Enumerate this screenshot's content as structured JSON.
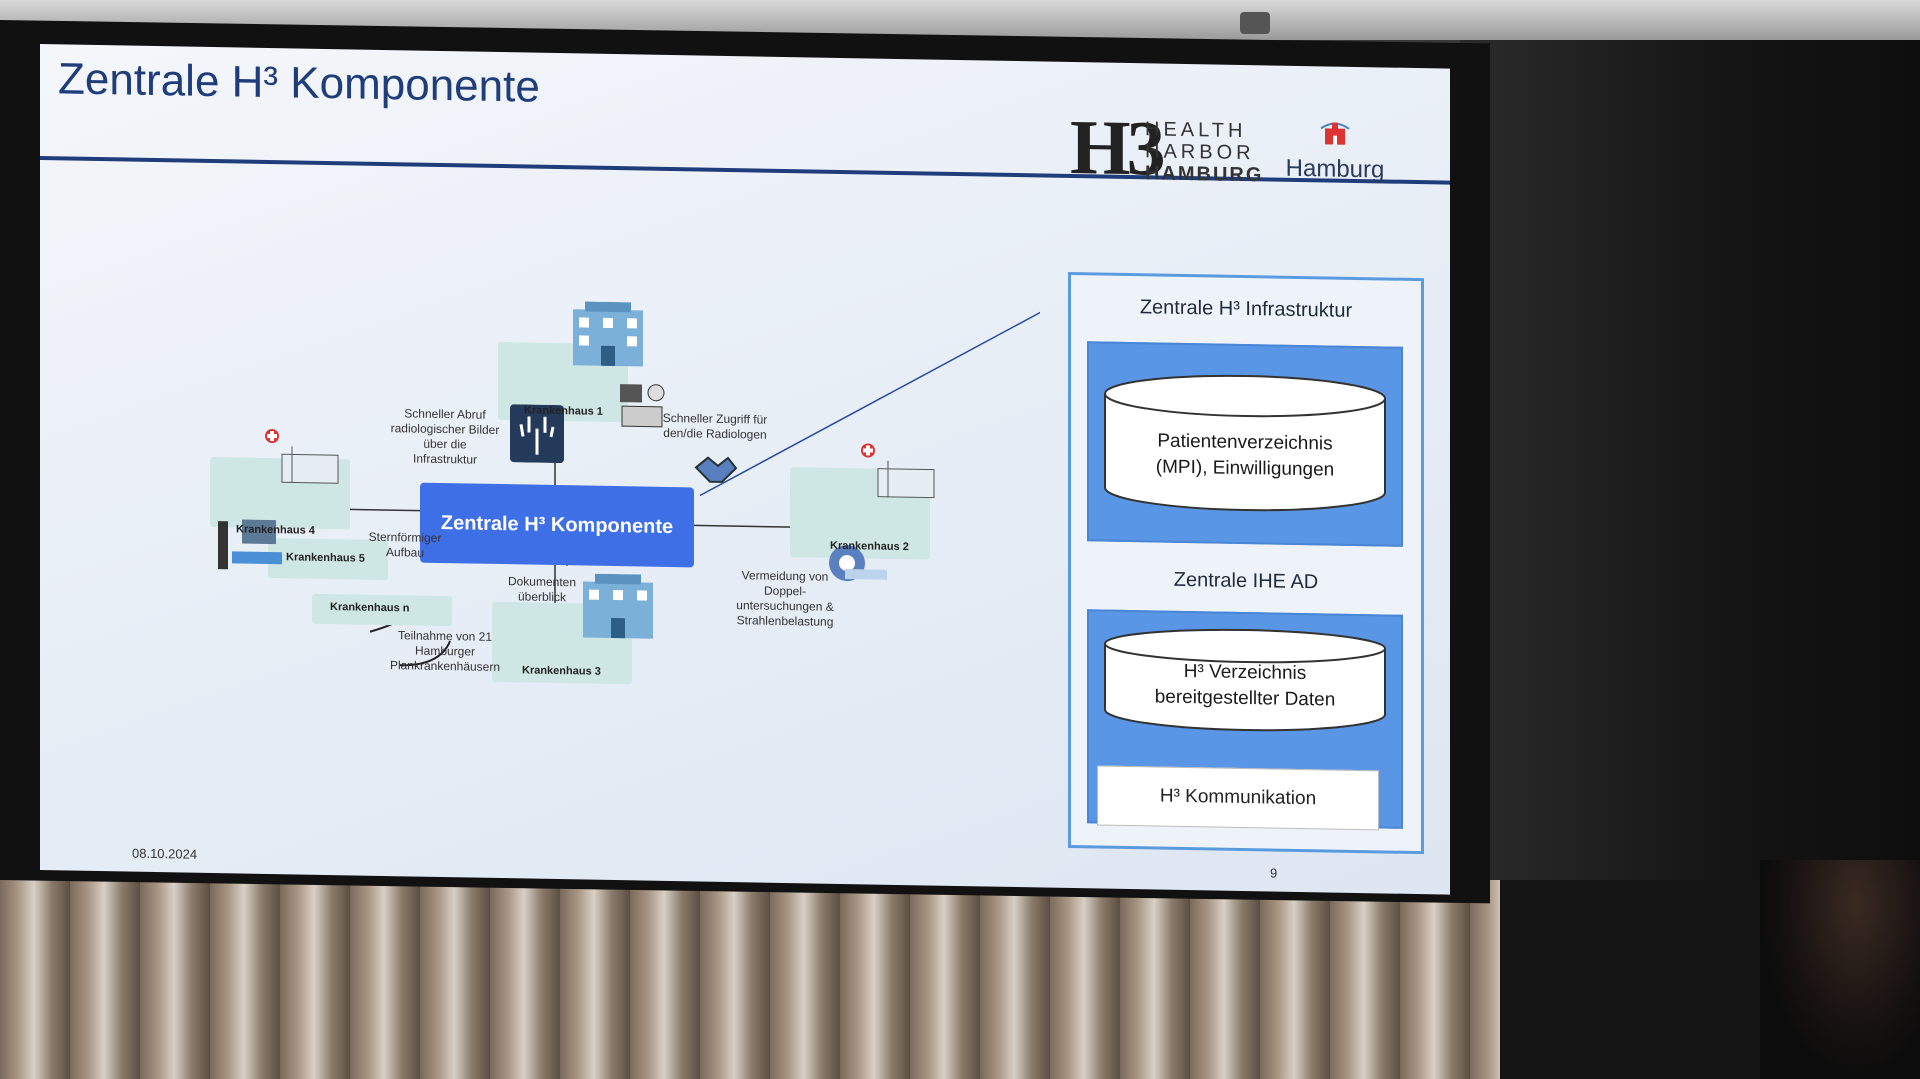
{
  "slide": {
    "title": "Zentrale H³ Komponente",
    "logo": {
      "mark": "H3",
      "line1": "HEALTH",
      "line2": "HARBOR",
      "line3": "HAMBURG",
      "city": "Hamburg"
    },
    "date": "08.10.2024",
    "page_number": "9"
  },
  "diagram": {
    "central": "Zentrale H³ Komponente",
    "hospitals": {
      "k1": "Krankenhaus 1",
      "k2": "Krankenhaus 2",
      "k3": "Krankenhaus 3",
      "k4": "Krankenhaus 4",
      "k5": "Krankenhaus 5",
      "kn": "Krankenhaus n"
    },
    "notes": {
      "abruf": "Schneller Abruf radiologischer Bilder über die Infrastruktur",
      "zugriff": "Schneller Zugriff für den/die Radiologen",
      "stern": "Sternförmiger Aufbau",
      "dokumente": "Dokumenten überblick",
      "vermeidung": "Vermeidung von Doppel- untersuchungen & Strahlenbelastung",
      "teilnahme": "Teilnahme von 21 Hamburger Plankrankenhäusern"
    }
  },
  "infrastructure": {
    "title": "Zentrale H³ Infrastruktur",
    "mpi": "Patientenverzeichnis (MPI), Einwilligungen",
    "ihe_title": "Zentrale IHE AD",
    "verzeichnis": "H³ Verzeichnis bereitgestellter Daten",
    "kommunikation": "H³ Kommunikation"
  },
  "colors": {
    "title": "#1f3d7a",
    "central": "#3f6fe6",
    "panel": "#5a96e6",
    "tile": "#cfe7e4"
  }
}
